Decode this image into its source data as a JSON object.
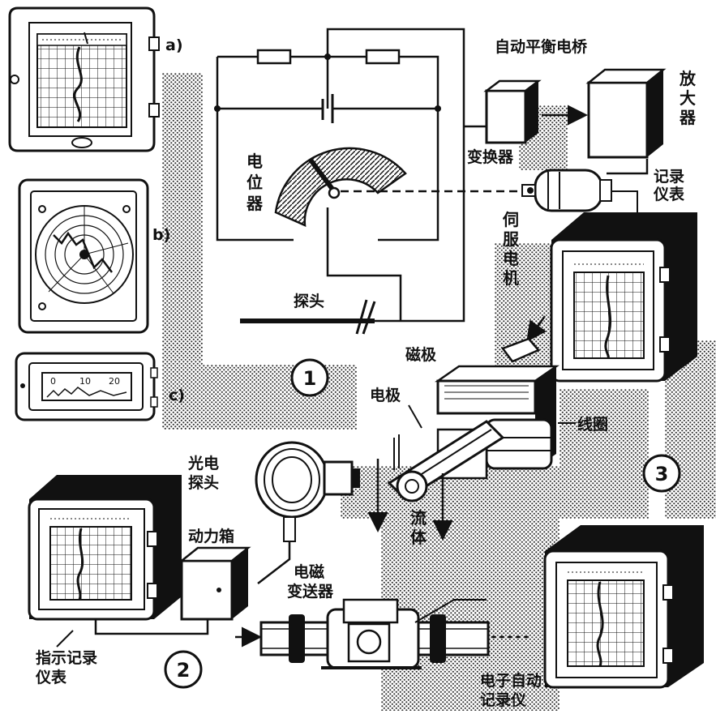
{
  "labels": {
    "auto_bridge": "自动平衡电桥",
    "amplifier": "放大器",
    "converter": "变换器",
    "potentiometer": "电位器",
    "servo_motor": "伺服电机",
    "recorder": "记录仪表",
    "probe": "探头",
    "magnet_pole": "磁极",
    "electrode": "电极",
    "coil": "线圈",
    "fluid": "流体",
    "photo_probe": "光电探头",
    "power_box": "动力箱",
    "em_transmitter": "电磁变送器",
    "indicator_recorder": "指示记录仪表",
    "electronic_recorder": "电子自动记录仪"
  },
  "panel_tags": {
    "a": "a)",
    "b": "b)",
    "c": "c)"
  },
  "meter_c_ticks": [
    "0",
    "10",
    "20"
  ],
  "section_numbers": [
    "1",
    "2",
    "3"
  ]
}
